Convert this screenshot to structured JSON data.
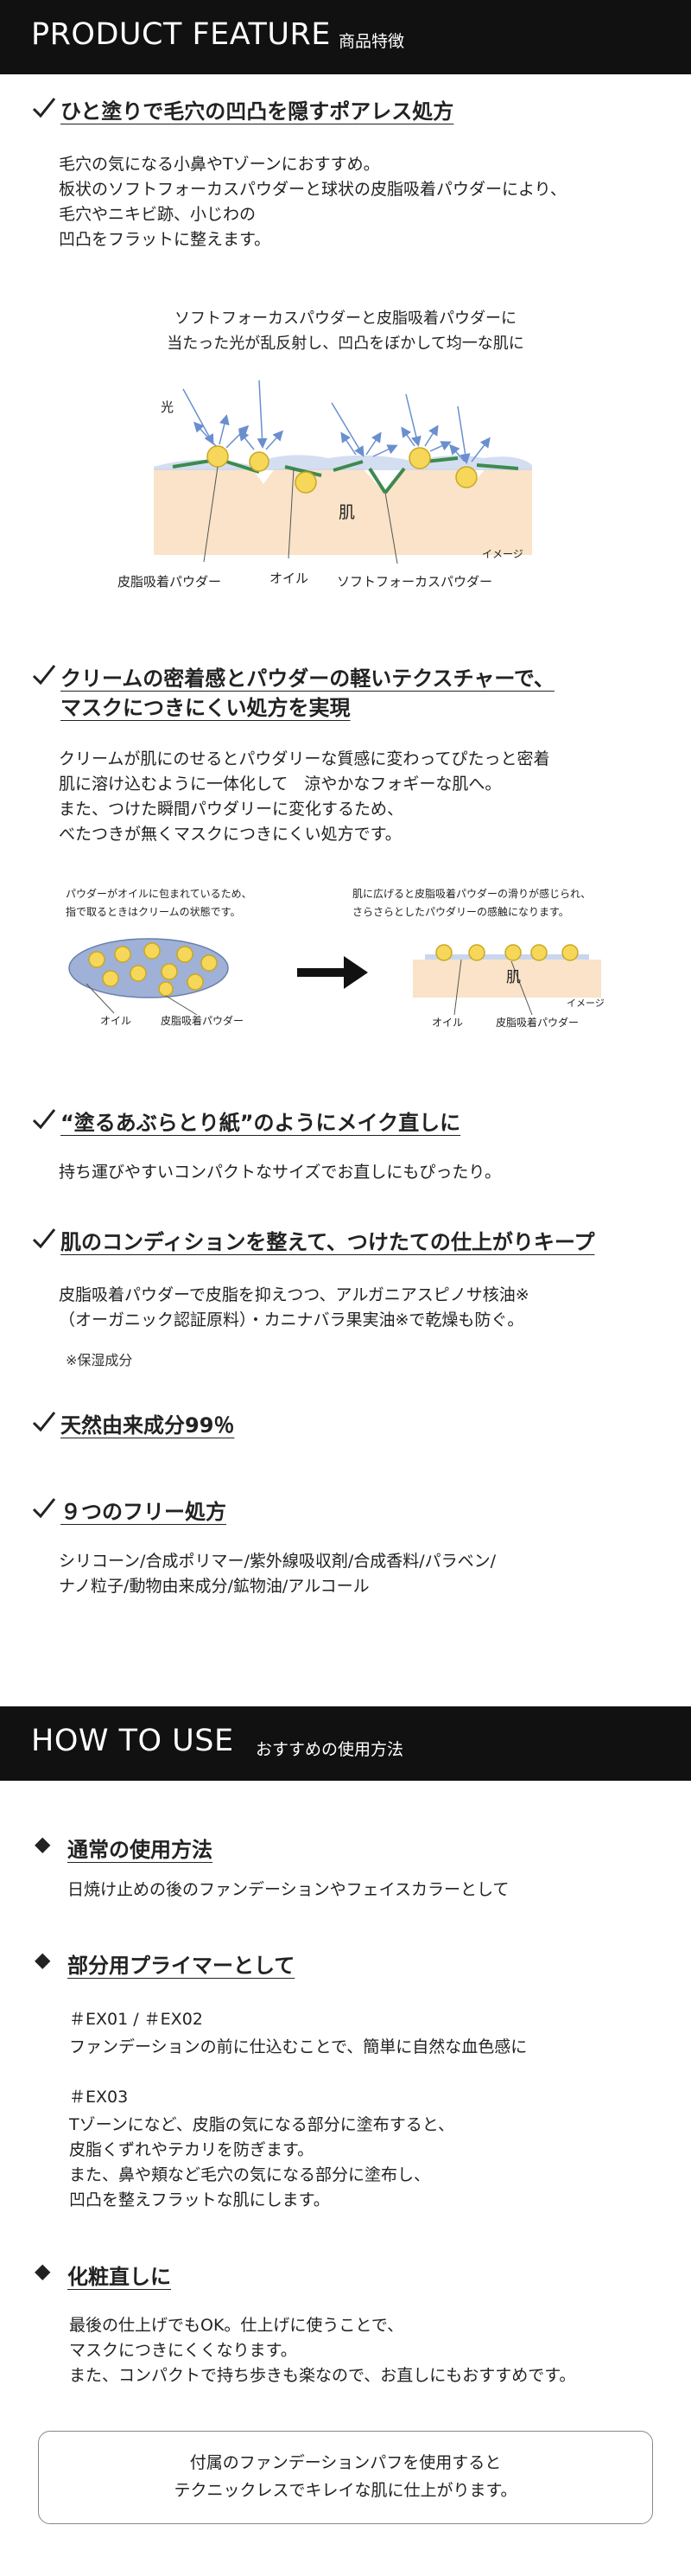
{
  "feature_header": {
    "title": "PRODUCT FEATURE",
    "subtitle": "商品特徴"
  },
  "feature1": {
    "title": "ひと塗りで毛穴の凹凸を隠すポアレス処方",
    "body": [
      "毛穴の気になる小鼻やTゾーンにおすすめ。",
      "板状のソフトフォーカスパウダーと球状の皮脂吸着パウダーにより、",
      "毛穴やニキビ跡、小じわの",
      "凹凸をフラットに整えます。"
    ],
    "diagram": {
      "caption": [
        "ソフトフォーカスパウダーと皮脂吸着パウダーに",
        "当たった光が乱反射し、凹凸をぼかして均一な肌に"
      ],
      "light_label": "光",
      "skin_label": "肌",
      "image_note": "イメージ",
      "label_sebum_powder": "皮脂吸着パウダー",
      "label_oil": "オイル",
      "label_soft_focus": "ソフトフォーカスパウダー"
    }
  },
  "feature2": {
    "title": [
      "クリームの密着感とパウダーの軽いテクスチャーで、",
      "マスクにつきにくい処方を実現"
    ],
    "body": [
      "クリームが肌にのせるとパウダリーな質感に変わってぴたっと密着",
      "肌に溶け込むように一体化して　涼やかなフォギーな肌へ。",
      "また、つけた瞬間パウダリーに変化するため、",
      "べたつきが無くマスクにつきにくい処方です。"
    ],
    "diagram": {
      "left_caption": [
        "パウダーがオイルに包まれているため、",
        "指で取るときはクリームの状態です。"
      ],
      "right_caption": [
        "肌に広げると皮脂吸着パウダーの滑りが感じられ、",
        "さらさらとしたパウダリーの感触になります。"
      ],
      "label_oil_left": "オイル",
      "label_powder_left": "皮脂吸着パウダー",
      "skin_label": "肌",
      "image_note": "イメージ",
      "label_oil_right": "オイル",
      "label_powder_right": "皮脂吸着パウダー"
    }
  },
  "feature3": {
    "title": "“塗るあぶらとり紙”のようにメイク直しに",
    "body": "持ち運びやすいコンパクトなサイズでお直しにもぴったり。"
  },
  "feature4": {
    "title": "肌のコンディションを整えて、つけたての仕上がりキープ",
    "body": [
      "皮脂吸着パウダーで皮脂を抑えつつ、アルガニアスピノサ核油※",
      "（オーガニック認証原料）・カニナバラ果実油※で乾燥も防ぐ。"
    ],
    "note": "※保湿成分"
  },
  "feature5": {
    "title": "天然由来成分99％"
  },
  "feature6": {
    "title": "９つのフリー処方",
    "body": [
      "シリコーン/合成ポリマー/紫外線吸収剤/合成香料/パラベン/",
      "ナノ粒子/動物由来成分/鉱物油/アルコール"
    ]
  },
  "howto_header": {
    "title": "HOW TO USE",
    "subtitle": "おすすめの使用方法"
  },
  "howto1": {
    "title": "通常の使用方法",
    "body": "日焼け止めの後のファンデーションやフェイスカラーとして"
  },
  "howto2": {
    "title": "部分用プライマーとして",
    "shade_a": "＃EX01 / ＃EX02",
    "body_a": "ファンデーションの前に仕込むことで、簡単に自然な血色感に",
    "shade_b": "＃EX03",
    "body_b": [
      "Tゾーンになど、皮脂の気になる部分に塗布すると、",
      "皮脂くずれやテカリを防ぎます。",
      "また、鼻や頬など毛穴の気になる部分に塗布し、",
      "凹凸を整えフラットな肌にします。"
    ]
  },
  "howto3": {
    "title": "化粧直しに",
    "body": [
      "最後の仕上げでもOK。仕上げに使うことで、",
      "マスクにつきにくくなります。",
      "また、コンパクトで持ち歩きも楽なので、お直しにもおすすめです。"
    ]
  },
  "puff_note": [
    "付属のファンデーションパフを使用すると",
    "テクニックレスでキレイな肌に仕上がります。"
  ],
  "colors": {
    "header_bg": "#111111",
    "skin": "#fae3c8",
    "powder": "#f6d75a",
    "oil_ellipse": "#9fb1d6",
    "soft_focus_plate": "#3e8a4e",
    "light_arrow": "#6a8fcf"
  },
  "icons": {
    "feature_marker": "check-icon",
    "howto_marker": "diamond-icon",
    "transition": "arrow-right-icon"
  }
}
